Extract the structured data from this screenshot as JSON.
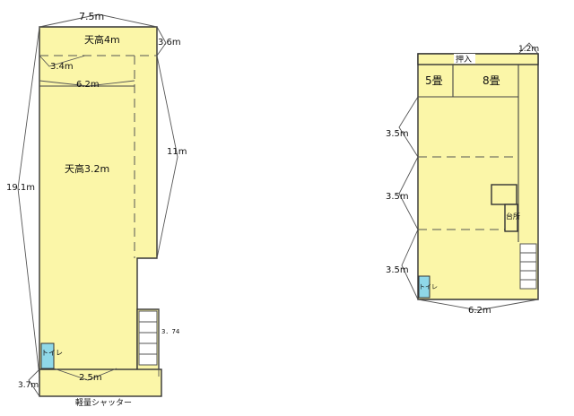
{
  "left_plan": {
    "width_top": "7.5m",
    "ceiling_4": "天高4m",
    "ceiling_3_2": "天高3.2m",
    "dim_3_6": "3.6m",
    "dim_3_4": "3.4m",
    "dim_6_2": "6.2m",
    "dim_11": "11m",
    "length": "19.1m",
    "toilet": "トイレ",
    "dim_2_5": "2.5m",
    "dim_3_7": "3.7m",
    "shutter": "軽量シャッター",
    "dim_3_74": "3．74"
  },
  "right_plan": {
    "closet": "押入",
    "dim_1_2": "1.2m",
    "room_5": "5畳",
    "room_8": "8畳",
    "dim_3_5_a": "3.5m",
    "dim_3_5_b": "3.5m",
    "dim_3_5_c": "3.5m",
    "kitchen": "台所",
    "toilet": "トイレ",
    "width_bottom": "6.2m"
  }
}
